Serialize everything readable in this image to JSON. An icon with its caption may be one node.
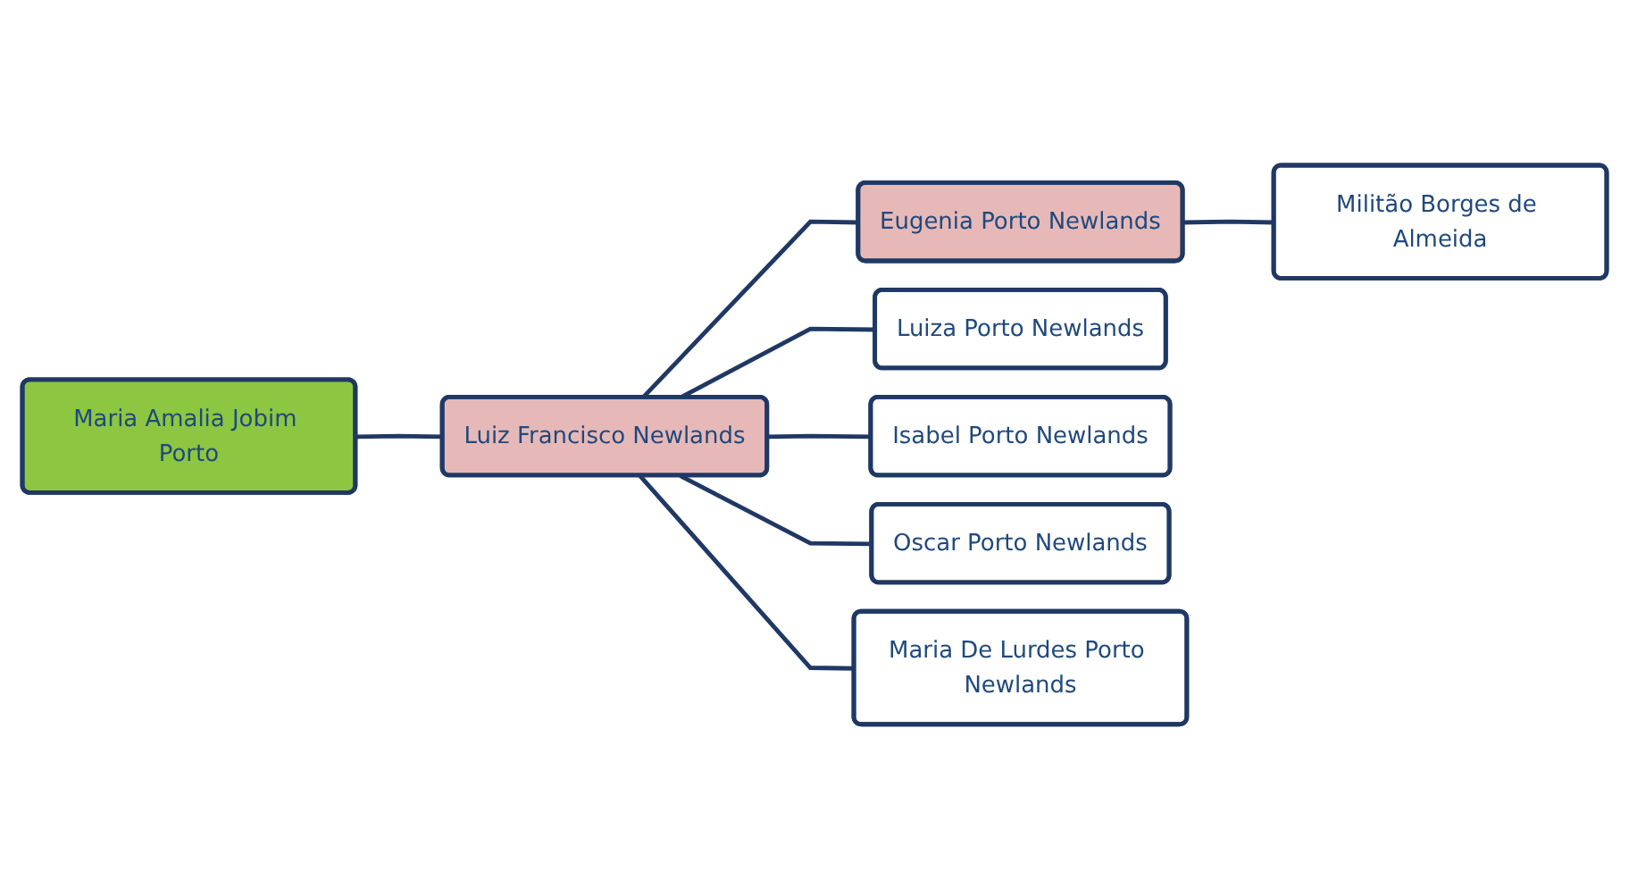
{
  "diagram": {
    "nodes": [
      {
        "text": [
          "Maria Amalia Jobim Porto"
        ]
      },
      {
        "text": [
          "Luiz Francisco Newlands"
        ]
      },
      {
        "text": [
          "Eugenia Porto Newlands"
        ]
      },
      {
        "text": [
          "Luiza Porto Newlands"
        ]
      },
      {
        "text": [
          "Isabel Porto Newlands"
        ]
      },
      {
        "text": [
          "Oscar Porto Newlands"
        ]
      },
      {
        "text": [
          "Maria De Lurdes Porto Newlands"
        ]
      },
      {
        "text": [
          "Militão Borges de Almeida"
        ]
      }
    ],
    "edges": [
      {
        "from": 0,
        "to": 1,
        "arrow": "none"
      },
      {
        "from": 1,
        "to": 2,
        "arrow": "none"
      },
      {
        "from": 1,
        "to": 3,
        "arrow": "none"
      },
      {
        "from": 1,
        "to": 4,
        "arrow": "none"
      },
      {
        "from": 1,
        "to": 5,
        "arrow": "none"
      },
      {
        "from": 1,
        "to": 6,
        "arrow": "none"
      },
      {
        "from": 2,
        "to": 7,
        "arrow": "none"
      }
    ]
  }
}
